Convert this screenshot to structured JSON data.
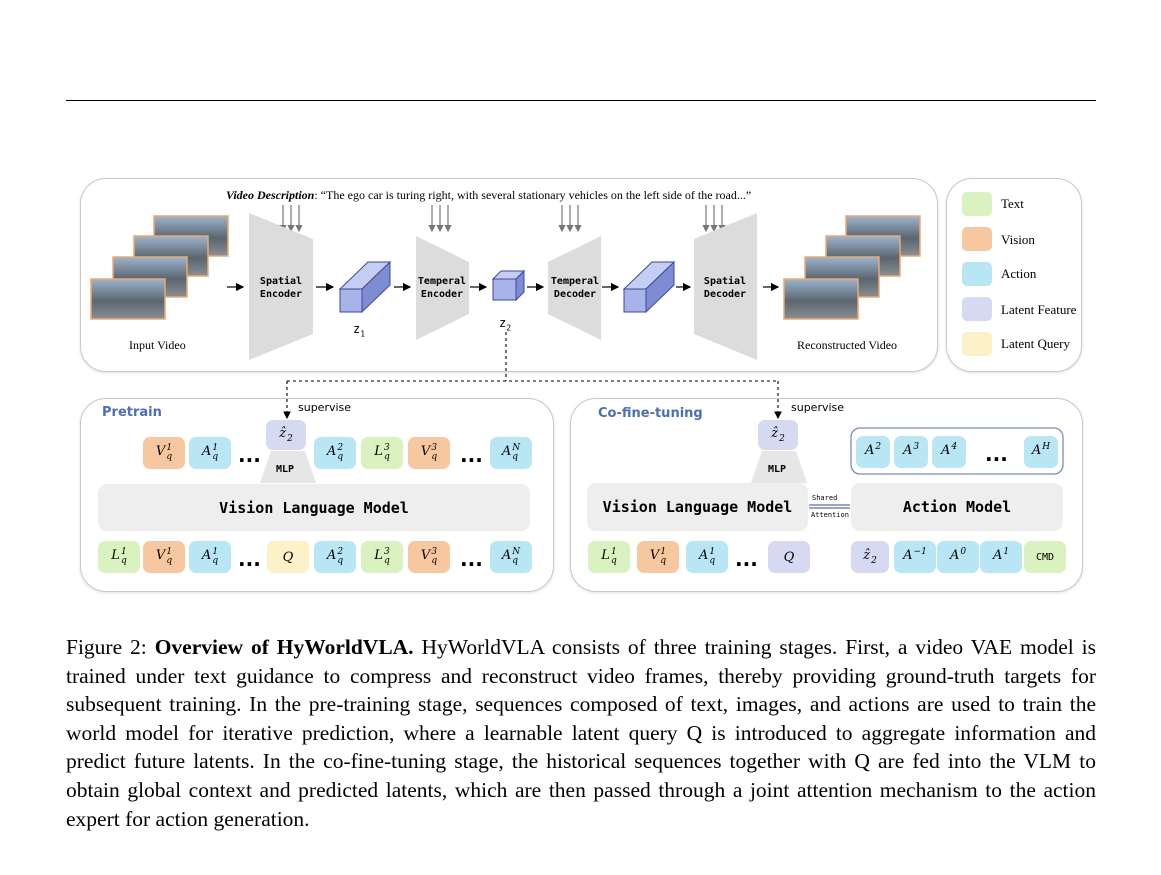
{
  "figure": {
    "video_description_label": "Video Description",
    "video_description_text": ": “The ego car is turing right, with several stationary vehicles on the left side of the road...”",
    "input_video_label": "Input Video",
    "reconstructed_video_label": "Reconstructed Video",
    "spatial_encoder": [
      "Spatial",
      "Encoder"
    ],
    "temperal_encoder": [
      "Temperal",
      "Encoder"
    ],
    "temperal_decoder": [
      "Temperal",
      "Decoder"
    ],
    "spatial_decoder": [
      "Spatial",
      "Decoder"
    ],
    "z1": "z",
    "z1_sub": "1",
    "z2": "z",
    "z2_sub": "2",
    "pretrain": {
      "title": "Pretrain",
      "supervise": "supervise",
      "mlp": "MLP",
      "vlm": "Vision Language Model",
      "ellipsis": "..."
    },
    "cofine": {
      "title": "Co-fine-tuning",
      "supervise": "supervise",
      "mlp": "MLP",
      "vlm": "Vision Language Model",
      "action_model": "Action Model",
      "shared": "Shared",
      "attention": "Attention",
      "ellipsis": "...",
      "cmd": "CMD"
    }
  },
  "legend": {
    "items": [
      {
        "label": "Text",
        "color": "#d9f2bf"
      },
      {
        "label": "Vision",
        "color": "#f7c8a0"
      },
      {
        "label": "Action",
        "color": "#b8e6f5"
      },
      {
        "label": "Latent Feature",
        "color": "#d5daf2"
      },
      {
        "label": "Latent Query",
        "color": "#fdf1c8"
      }
    ]
  },
  "caption": {
    "prefix": "Figure 2: ",
    "bold": "Overview of HyWorldVLA.",
    "body": " HyWorldVLA consists of three training stages. First, a video VAE model is trained under text guidance to compress and reconstruct video frames, thereby providing ground-truth targets for subsequent training. In the pre-training stage, sequences composed of text, images, and actions are used to train the world model for iterative prediction, where a learnable latent query Q is introduced to aggregate information and predict future latents. In the co-fine-tuning stage, the historical sequences together with Q are fed into the VLM to obtain global context and predicted latents, which are then passed through a joint attention mechanism to the action expert for action generation."
  }
}
